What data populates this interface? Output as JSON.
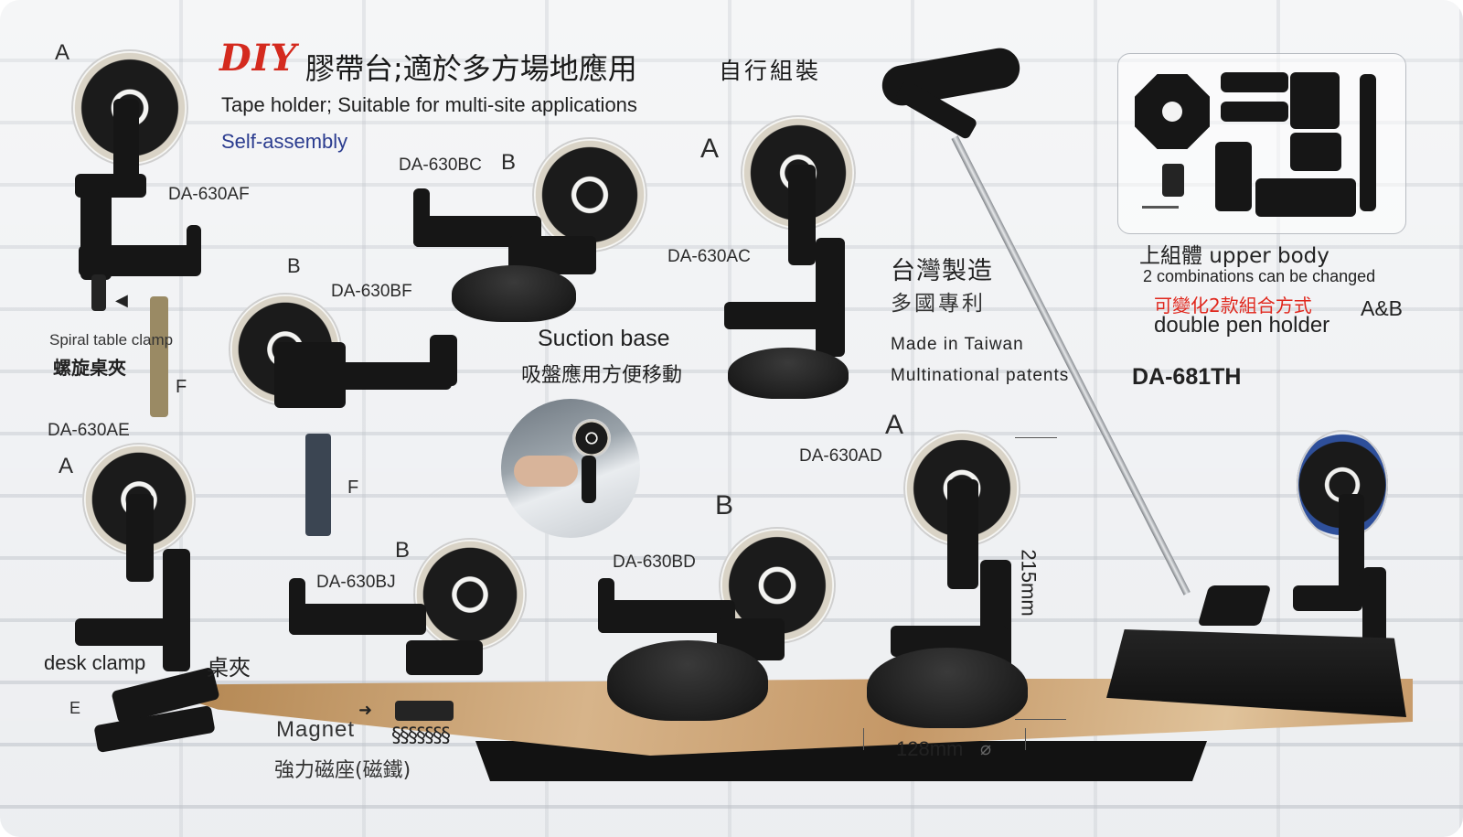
{
  "header": {
    "diy": "DIY",
    "title_zh": "膠帶台;適於多方場地應用",
    "title_zh_small": "自行組裝",
    "subtitle_en": "Tape holder; Suitable for multi-site applications",
    "self_assembly": "Self-assembly"
  },
  "models": {
    "af": "DA-630AF",
    "bc": "DA-630BC",
    "ac": "DA-630AC",
    "bf": "DA-630BF",
    "ae": "DA-630AE",
    "bj": "DA-630BJ",
    "bd": "DA-630BD",
    "ad": "DA-630AD",
    "th": "DA-681TH"
  },
  "letters": {
    "a1": "A",
    "b_bc": "B",
    "a_ac": "A",
    "b_bf": "B",
    "f1": "F",
    "f2": "F",
    "a_ae": "A",
    "b_bj": "B",
    "b_bd": "B",
    "a_ad": "A",
    "e": "E",
    "ab": "A&B"
  },
  "labels": {
    "spiral_en": "Spiral table clamp",
    "spiral_zh": "螺旋桌夾",
    "desk_clamp_en": "desk clamp",
    "desk_clamp_zh": "桌夾",
    "suction_en": "Suction base",
    "suction_zh": "吸盤應用方便移動",
    "magnet_en": "Magnet",
    "magnet_zh": "強力磁座(磁鐵)",
    "magnet_waves": "§§§§§§§",
    "made_tw_zh": "台灣製造",
    "patent_zh": "多國專利",
    "made_tw_en": "Made in Taiwan",
    "patent_en": "Multinational patents",
    "upper_body": "上組體  upper body",
    "combinations": "2 combinations can be changed",
    "combinations_zh": "可變化2款組合方式",
    "double_pen": "double pen holder",
    "height": "215mm",
    "diameter": "128mm"
  },
  "colors": {
    "diy": "#d42a1e",
    "self_assembly": "#2b3c8f",
    "combo_zh": "#e0261c",
    "product": "#161616",
    "desk": "#c9a06f"
  }
}
